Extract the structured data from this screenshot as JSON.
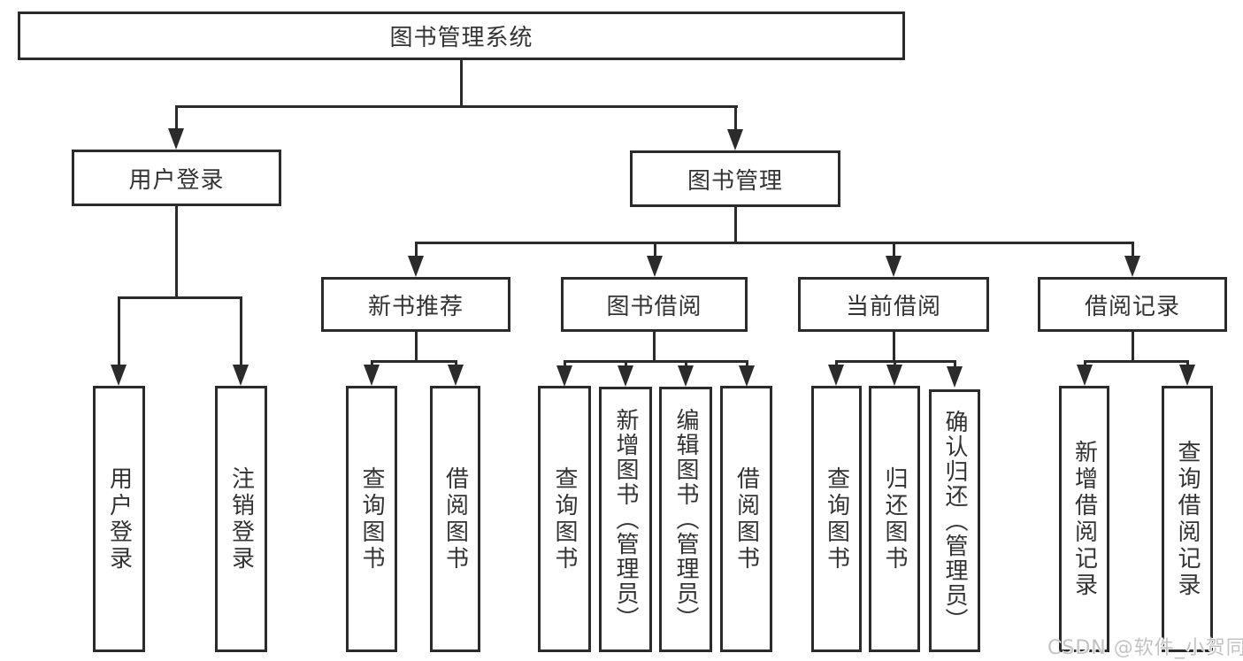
{
  "tree": {
    "root": "图书管理系统",
    "user_login": {
      "label": "用户登录",
      "children": [
        "用户登录",
        "注销登录"
      ]
    },
    "book_mgmt": {
      "label": "图书管理",
      "sections": [
        {
          "label": "新书推荐",
          "children": [
            "查询图书",
            "借阅图书"
          ]
        },
        {
          "label": "图书借阅",
          "children": [
            "查询图书",
            "新增图书（管理员）",
            "编辑图书（管理员）",
            "借阅图书"
          ]
        },
        {
          "label": "当前借阅",
          "children": [
            "查询图书",
            "归还图书",
            "确认归还（管理员）"
          ]
        },
        {
          "label": "借阅记录",
          "children": [
            "新增借阅记录",
            "查询借阅记录"
          ]
        }
      ]
    }
  },
  "watermark": "CSDN @软件_小贺同学",
  "colors": {
    "line": "#2b2b2b",
    "text": "#333333",
    "watermark": "#c3c3c3"
  }
}
